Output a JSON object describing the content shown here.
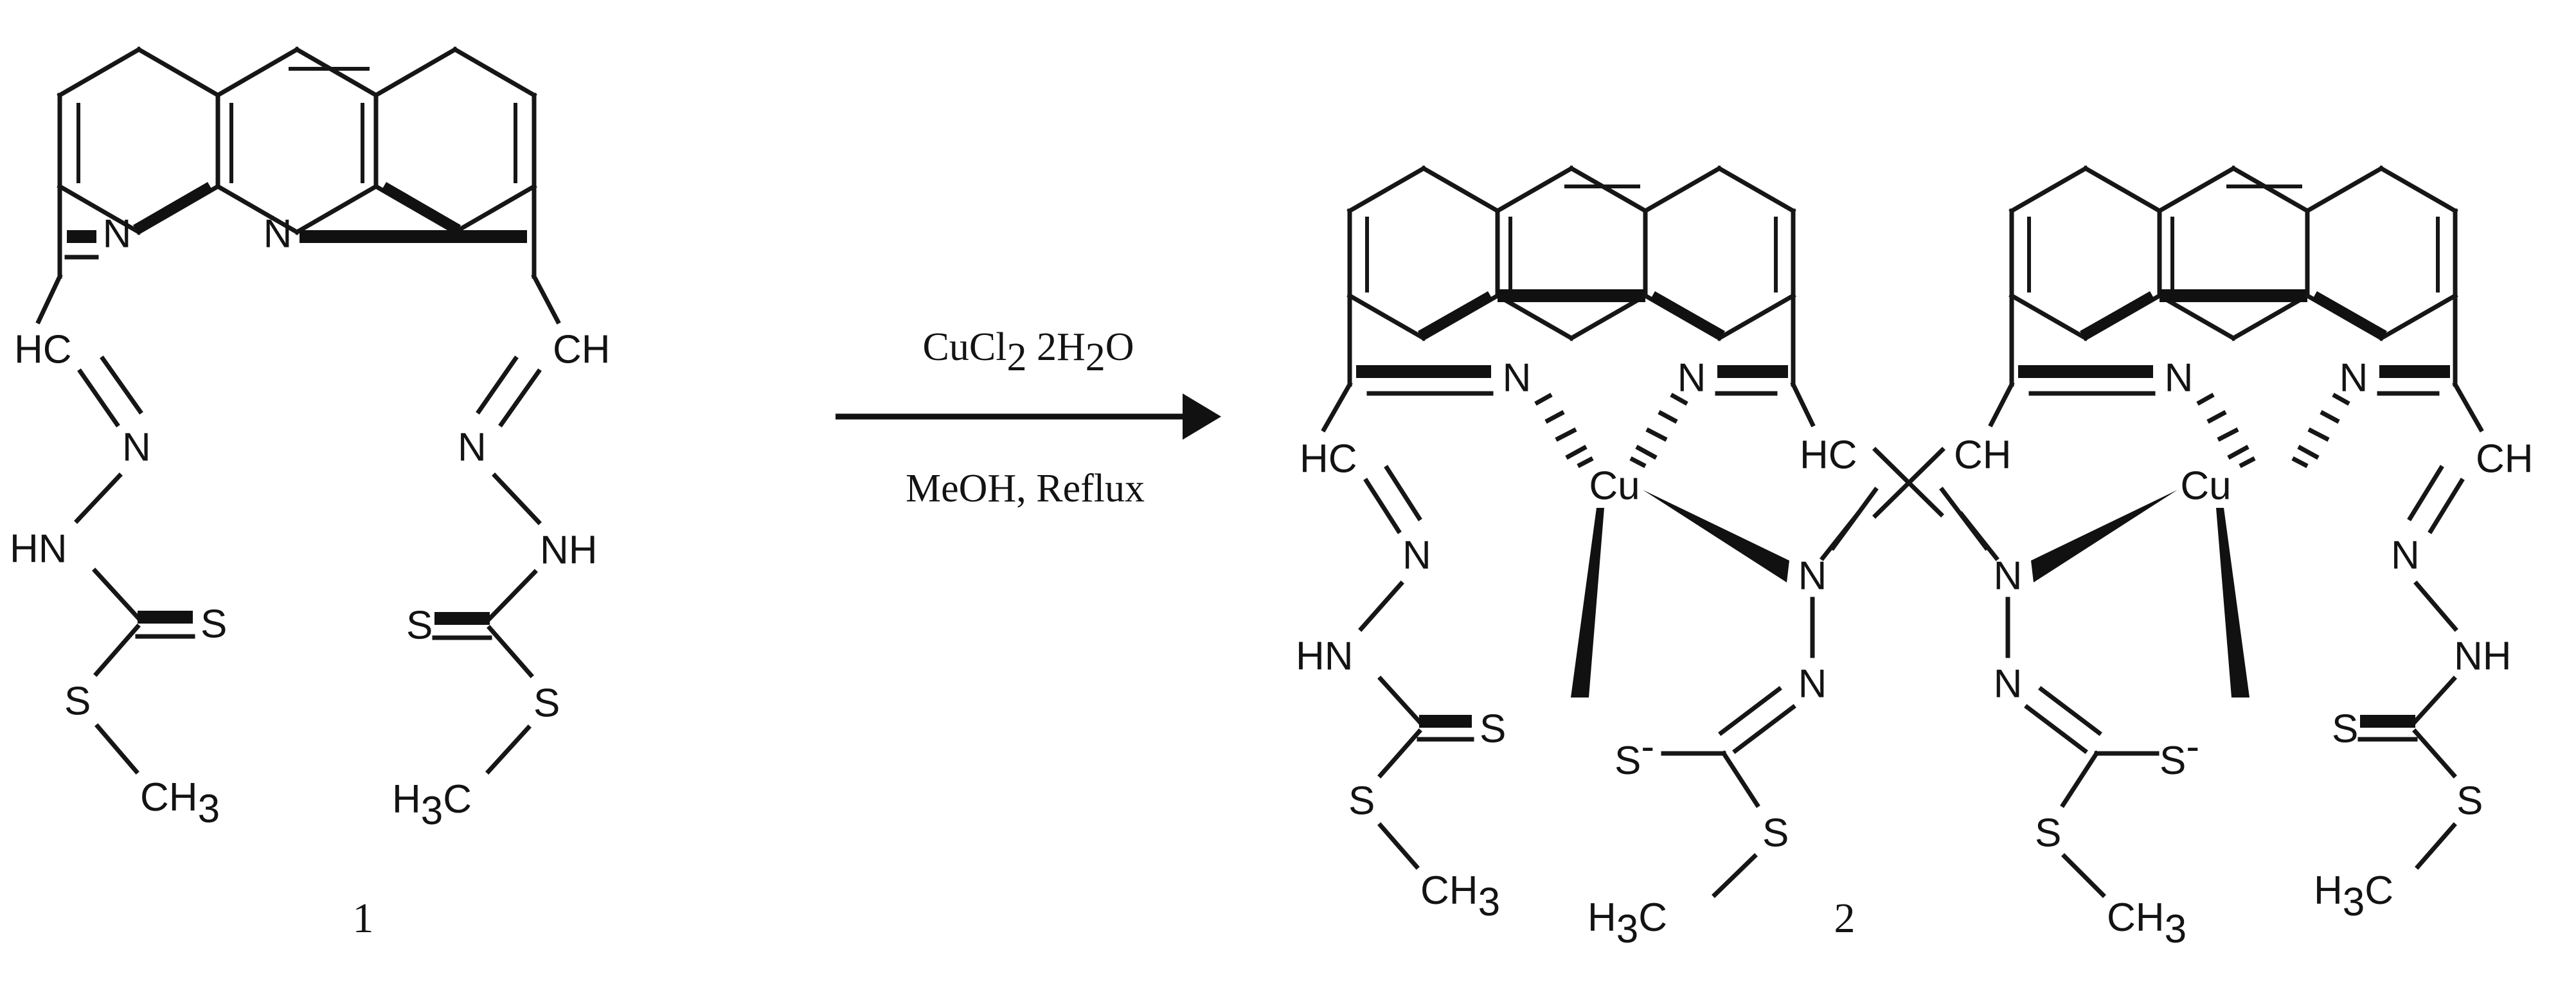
{
  "scheme": {
    "kind": "chemical-reaction-scheme",
    "background": "#ffffff",
    "bond_color": "#161616",
    "label_color": "#131313"
  },
  "reaction": {
    "reagent_above": "CuCl",
    "reagent_above_sub1": "2",
    "reagent_above_mid": " 2H",
    "reagent_above_sub2": "2",
    "reagent_above_end": "O",
    "conditions_below": "MeOH, Reflux",
    "arrow": "right-arrow"
  },
  "reactant": {
    "number": "1",
    "name": "ligand-1",
    "labels": {
      "ring_n_left": "N",
      "ring_n_right": "N",
      "hc_left": "HC",
      "ch_right": "CH",
      "n_imine_left": "N",
      "n_imine_right": "N",
      "hn_left": "HN",
      "nh_right": "NH",
      "s_thione_left": "S",
      "s_thione_right": "S",
      "s_thioether_left": "S",
      "s_thioether_right": "S",
      "ch3_left": "CH",
      "ch3_left_sub": "3",
      "h3c_right": "H",
      "h3c_right_sub": "3",
      "h3c_right_end": "C"
    }
  },
  "product": {
    "number": "2",
    "name": "dicopper-complex-2",
    "labels": {
      "phen_a_n1": "N",
      "phen_a_n2": "N",
      "phen_b_n1": "N",
      "phen_b_n2": "N",
      "cu_left": "Cu",
      "cu_right": "Cu",
      "hc_far_left": "HC",
      "ch_far_right": "CH",
      "hc_center": "HC",
      "ch_center": "CH",
      "n_imine_far_left": "N",
      "n_imine_far_right": "N",
      "n_coord_left": "N",
      "n_coord_right": "N",
      "n_hydrazone_left": "N",
      "n_hydrazone_right": "N",
      "hn_far_left": "HN",
      "nh_far_right": "NH",
      "s_thione_far_left": "S",
      "s_thione_far_right": "S",
      "s_thioether_far_left": "S",
      "s_thioether_far_right": "S",
      "s_anion_left": "S",
      "s_anion_left_sup": "-",
      "s_anion_right": "S",
      "s_anion_right_sup": "-",
      "s_thioether_inner_left": "S",
      "s_thioether_inner_right": "S",
      "ch3_far_left": "CH",
      "ch3_far_left_sub": "3",
      "h3c_inner_left": "H",
      "h3c_inner_left_sub": "3",
      "h3c_inner_left_end": "C",
      "ch3_inner_right": "CH",
      "ch3_inner_right_sub": "3",
      "h3c_far_right": "H",
      "h3c_far_right_sub": "3",
      "h3c_far_right_end": "C"
    }
  }
}
